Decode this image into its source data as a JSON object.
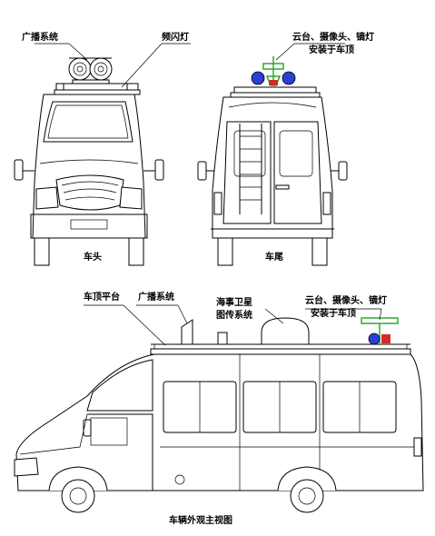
{
  "front_view": {
    "labels": {
      "broadcast_system": "广播系统",
      "strobe_light": "频闪灯"
    },
    "caption": "车头"
  },
  "rear_view": {
    "labels": {
      "gimbal_line1": "云台、摄像头、镝灯",
      "gimbal_line2": "安装于车顶"
    },
    "caption": "车尾"
  },
  "side_view": {
    "labels": {
      "roof_platform": "车顶平台",
      "broadcast_system": "广播系统",
      "satellite_line1": "海事卫星",
      "satellite_line2": "图传系统",
      "gimbal_line1": "云台、摄像头、镝灯",
      "gimbal_line2": "安装于车顶"
    },
    "caption": "车辆外观主视图"
  },
  "colors": {
    "outline": "#000000",
    "gimbal_green": "#2fa82f",
    "light_blue": "#2a3fd6",
    "light_red": "#d42a2a"
  }
}
